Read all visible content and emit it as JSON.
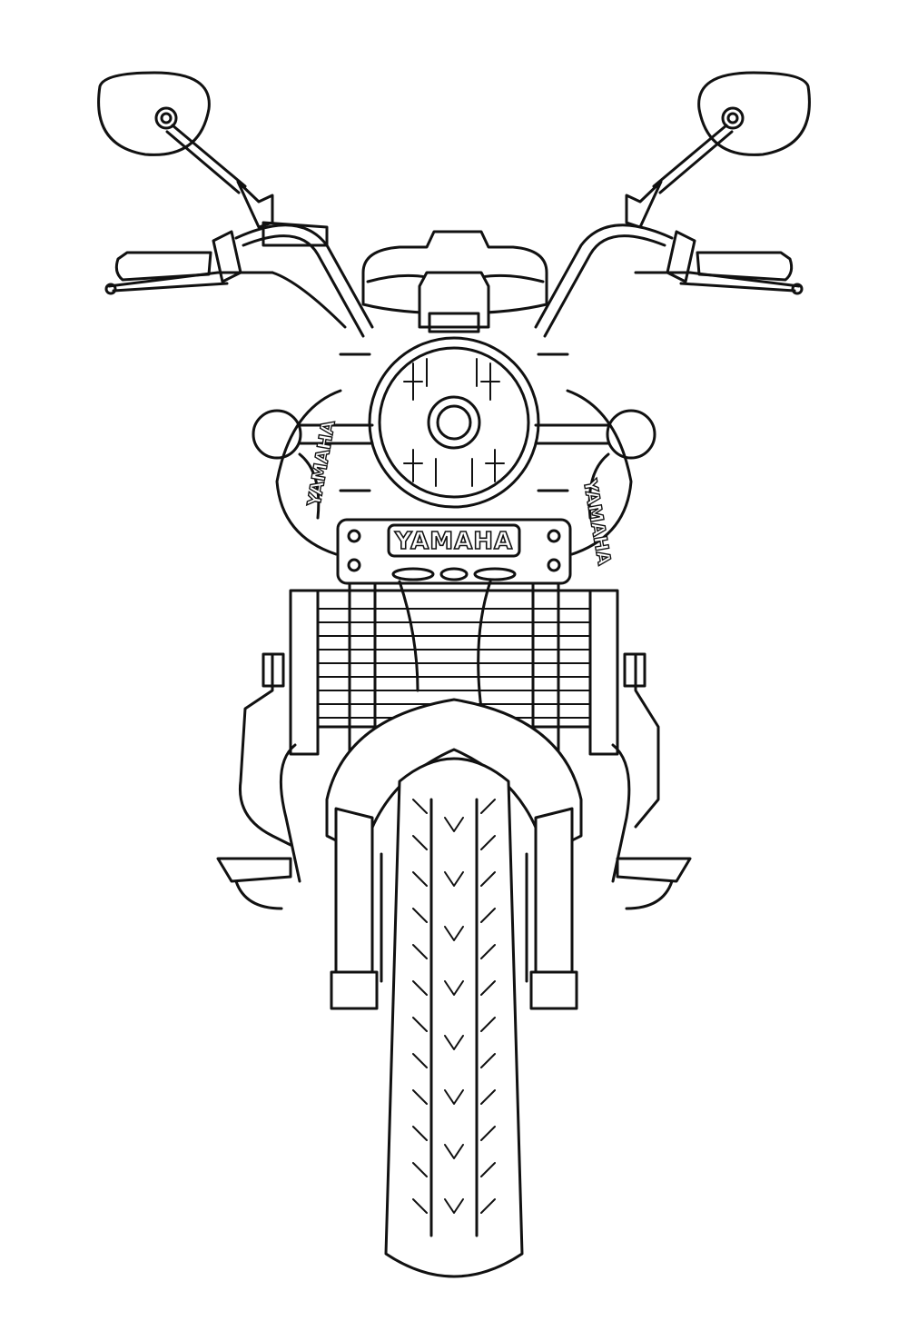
{
  "image": {
    "subject": "motorcycle front view line drawing",
    "style": "black line art on white (coloring page)",
    "colors": {
      "line": "#111111",
      "background": "#ffffff"
    }
  },
  "labels": {
    "front_plate": "YAMAHA",
    "tank_left": "YAMAHA",
    "tank_right": "YAMAHA"
  }
}
